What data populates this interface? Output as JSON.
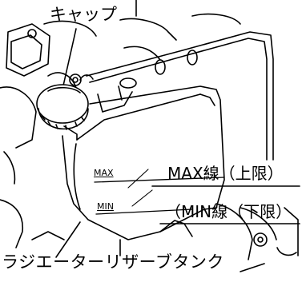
{
  "labels": {
    "cap": "キャップ",
    "max_line": "MAX線（上限）",
    "min_line": "（MIN線（下限）",
    "tank": "ラジエーターリザーブタンク"
  },
  "tank_markings": {
    "max": "MAX",
    "min": "MIN"
  },
  "colors": {
    "line": "#000000",
    "background": "#ffffff"
  }
}
